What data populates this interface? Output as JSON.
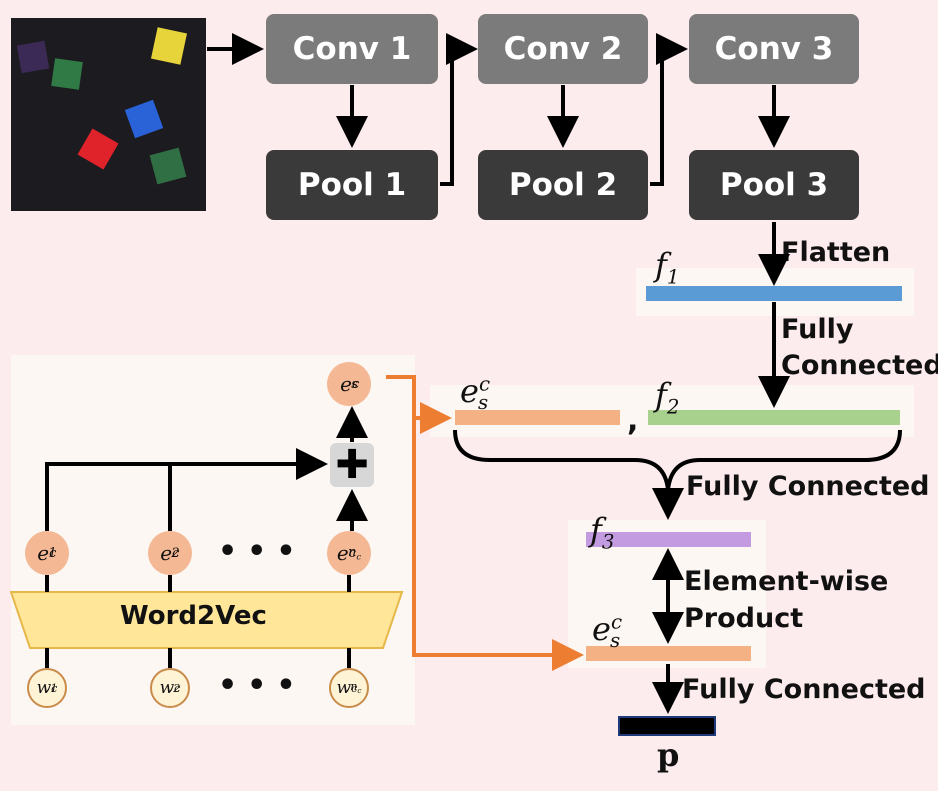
{
  "input_image": {
    "description_icon": "colored-cubes-photo-icon"
  },
  "cnn": {
    "conv1": "Conv 1",
    "conv2": "Conv 2",
    "conv3": "Conv 3",
    "pool1": "Pool 1",
    "pool2": "Pool 2",
    "pool3": "Pool 3"
  },
  "labels": {
    "flatten": "Flatten",
    "fc1_line1": "Fully",
    "fc1_line2": "Connected",
    "fc2": "Fully Connected",
    "elementwise_line1": "Element-wise",
    "elementwise_line2": "Product",
    "fc3": "Fully Connected",
    "output": "p",
    "comma": ","
  },
  "word2vec": {
    "label": "Word2Vec"
  },
  "features": {
    "f1": "f",
    "f1_sub": "1",
    "f2": "f",
    "f2_sub": "2",
    "f3": "f",
    "f3_sub": "3"
  },
  "colors": {
    "background": "#fdecee",
    "conv": "#7b7b7b",
    "pool": "#3a3a3a",
    "f1_bar": "#5b9bd5",
    "f2_bar": "#a9d18e",
    "f3_bar": "#c39be0",
    "embedding_bar": "#f4b183",
    "word2vec_fill": "#ffe699",
    "orange_arrow": "#ed7d31"
  }
}
